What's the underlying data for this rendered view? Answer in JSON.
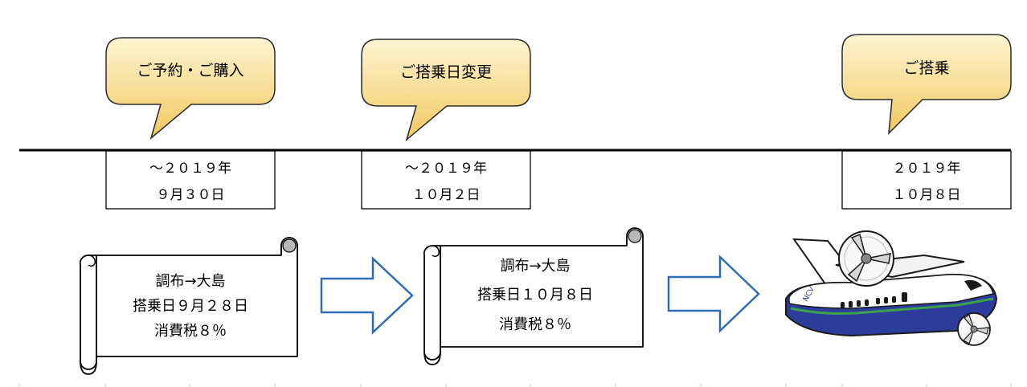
{
  "callouts": [
    {
      "label": "ご予約・ご購入"
    },
    {
      "label": "ご搭乗日変更"
    },
    {
      "label": "ご搭乗"
    }
  ],
  "dates": [
    {
      "line1": "～２０１９年",
      "line2": "９月３０日"
    },
    {
      "line1": "～２０１９年",
      "line2": "１０月２日"
    },
    {
      "line1": "２０１９年",
      "line2": "１０月８日"
    }
  ],
  "tickets": [
    {
      "route": "調布→大島",
      "boarding": "搭乗日９月２８日",
      "tax": "消費税８％"
    },
    {
      "route": "調布→大島",
      "boarding": "搭乗日１０月８日",
      "tax": "消費税８％"
    }
  ],
  "plane": {
    "tail_text": "NCV"
  },
  "colors": {
    "callout_top": "#fdf3c8",
    "callout_bottom": "#f3c96a",
    "callout_stroke": "#2a2a2a",
    "arrow_stroke": "#2f6db5",
    "plane_blue": "#2c3c9a",
    "plane_green": "#39a24a"
  }
}
